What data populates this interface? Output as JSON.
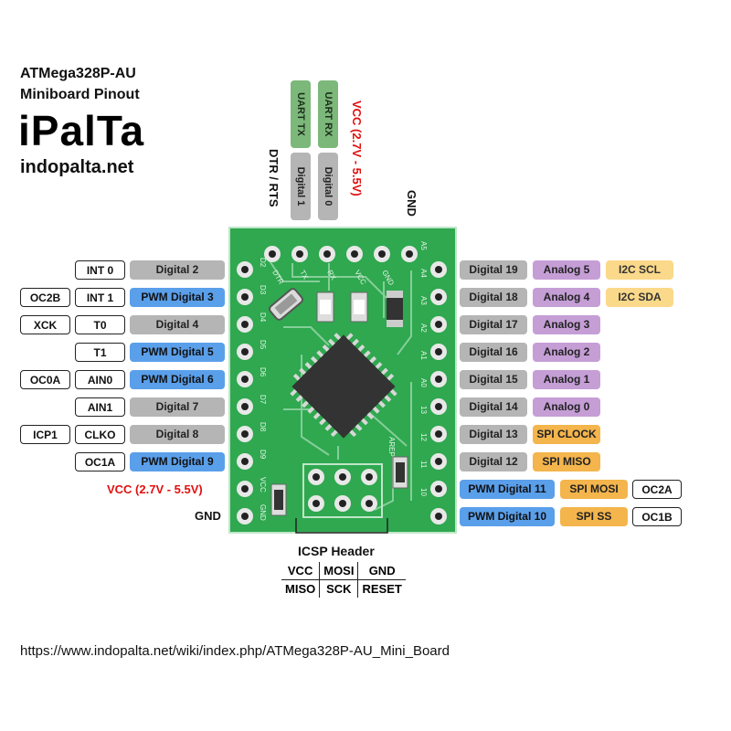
{
  "header": {
    "title_line1": "ATMega328P-AU",
    "title_line2": "Miniboard Pinout",
    "brand": "iPalTa",
    "website": "indopalta.net"
  },
  "top_labels": {
    "uart_tx": "UART TX",
    "uart_rx": "UART RX",
    "digital_1": "Digital 1",
    "digital_0": "Digital 0",
    "dtr_rts": "DTR / RTS",
    "vcc": "VCC (2.7V - 5.5V)",
    "gnd": "GND"
  },
  "left_pins": [
    {
      "alt": "",
      "func": "INT 0",
      "main": "Digital 2",
      "main_color": "gray"
    },
    {
      "alt": "OC2B",
      "func": "INT 1",
      "main": "PWM Digital 3",
      "main_color": "blue"
    },
    {
      "alt": "XCK",
      "func": "T0",
      "main": "Digital 4",
      "main_color": "gray"
    },
    {
      "alt": "",
      "func": "T1",
      "main": "PWM Digital 5",
      "main_color": "blue"
    },
    {
      "alt": "OC0A",
      "func": "AIN0",
      "main": "PWM Digital 6",
      "main_color": "blue"
    },
    {
      "alt": "",
      "func": "AIN1",
      "main": "Digital 7",
      "main_color": "gray"
    },
    {
      "alt": "ICP1",
      "func": "CLKO",
      "main": "Digital 8",
      "main_color": "gray"
    },
    {
      "alt": "",
      "func": "OC1A",
      "main": "PWM Digital 9",
      "main_color": "blue"
    }
  ],
  "left_power": {
    "vcc": "VCC (2.7V - 5.5V)",
    "gnd": "GND"
  },
  "right_pins": [
    {
      "main": "Digital 19",
      "main_color": "gray",
      "func": "Analog 5",
      "func_color": "purple",
      "extra": "I2C SCL",
      "extra_color": "yellow"
    },
    {
      "main": "Digital 18",
      "main_color": "gray",
      "func": "Analog 4",
      "func_color": "purple",
      "extra": "I2C SDA",
      "extra_color": "yellow"
    },
    {
      "main": "Digital 17",
      "main_color": "gray",
      "func": "Analog 3",
      "func_color": "purple",
      "extra": "",
      "extra_color": ""
    },
    {
      "main": "Digital 16",
      "main_color": "gray",
      "func": "Analog 2",
      "func_color": "purple",
      "extra": "",
      "extra_color": ""
    },
    {
      "main": "Digital 15",
      "main_color": "gray",
      "func": "Analog 1",
      "func_color": "purple",
      "extra": "",
      "extra_color": ""
    },
    {
      "main": "Digital 14",
      "main_color": "gray",
      "func": "Analog 0",
      "func_color": "purple",
      "extra": "",
      "extra_color": ""
    },
    {
      "main": "Digital 13",
      "main_color": "gray",
      "func": "SPI CLOCK",
      "func_color": "orange",
      "extra": "",
      "extra_color": ""
    },
    {
      "main": "Digital 12",
      "main_color": "gray",
      "func": "SPI MISO",
      "func_color": "orange",
      "extra": "",
      "extra_color": ""
    },
    {
      "main": "PWM Digital 11",
      "main_color": "blue",
      "func": "SPI MOSI",
      "func_color": "orange",
      "extra": "OC2A",
      "extra_color": "outline"
    },
    {
      "main": "PWM Digital 10",
      "main_color": "blue",
      "func": "SPI SS",
      "func_color": "orange",
      "extra": "OC1B",
      "extra_color": "outline"
    }
  ],
  "board_silkscreen": {
    "left": [
      "D2",
      "D3",
      "D4",
      "D5",
      "D6",
      "D7",
      "D8",
      "D9",
      "VCC",
      "GND"
    ],
    "right": [
      "A5",
      "A4",
      "A3",
      "A2",
      "A1",
      "A0",
      "13",
      "12",
      "11",
      "10"
    ],
    "top": [
      "DTR",
      "TX",
      "RX",
      "VCC",
      "GND"
    ],
    "aref": "AREF"
  },
  "icsp": {
    "title": "ICSP Header",
    "row1": [
      "VCC",
      "MOSI",
      "GND"
    ],
    "row2": [
      "MISO",
      "SCK",
      "RESET"
    ]
  },
  "footer_url": "https://www.indopalta.net/wiki/index.php/ATMega328P-AU_Mini_Board",
  "colors": {
    "pcb": "#2fa84f",
    "gray": "#b5b5b5",
    "blue": "#5a9fea",
    "purple": "#c59ed6",
    "yellow": "#fbd98a",
    "orange": "#f4b54c",
    "vcc_red": "#e01010",
    "uart_green": "#7cb87a"
  }
}
